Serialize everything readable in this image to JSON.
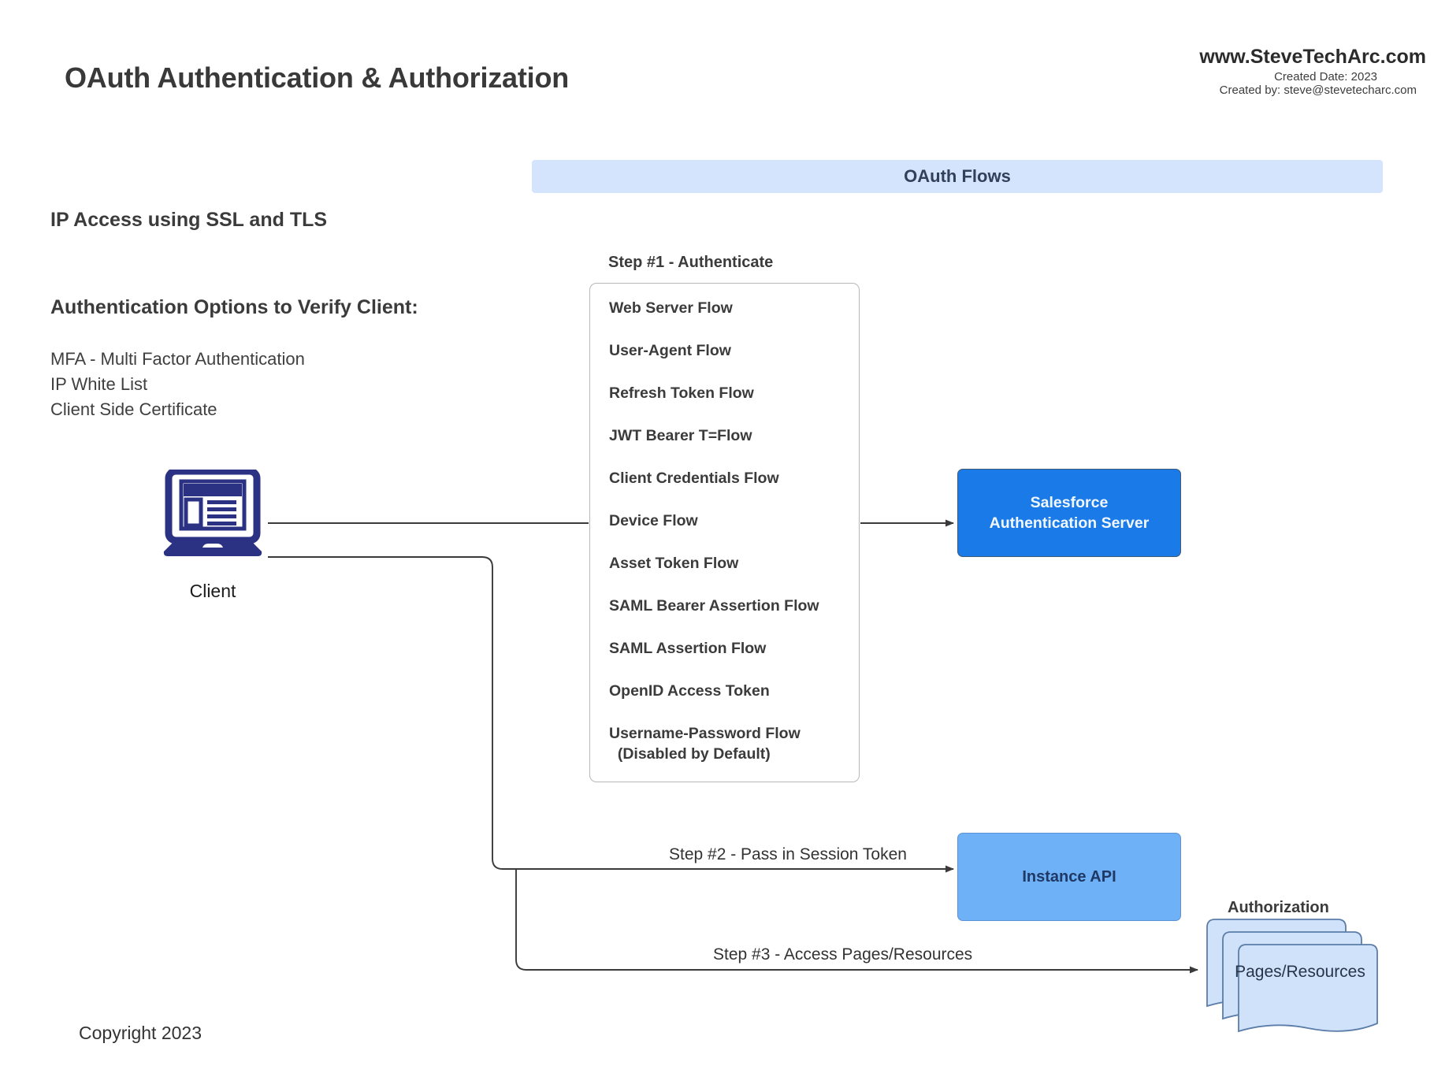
{
  "header": {
    "title": "OAuth Authentication & Authorization",
    "site_url": "www.SteveTechArc.com",
    "created_date": "Created Date: 2023",
    "created_by": "Created by: steve@stevetecharc.com"
  },
  "left_column": {
    "ip_access_heading": "IP Access using SSL and TLS",
    "auth_options_heading": "Authentication Options to Verify Client:",
    "auth_options": [
      "MFA - Multi Factor Authentication",
      "IP White List",
      "Client Side Certificate"
    ]
  },
  "banner": {
    "label": "OAuth Flows",
    "color": "#d4e4fd"
  },
  "step1": {
    "label": "Step #1 - Authenticate",
    "flows": [
      "Web Server Flow",
      "User-Agent Flow",
      "Refresh Token Flow",
      "JWT Bearer T=Flow",
      "Client Credentials Flow",
      "Device Flow",
      "Asset Token Flow",
      "SAML Bearer Assertion Flow",
      "SAML Assertion Flow",
      "OpenID Access Token",
      "Username-Password Flow\n  (Disabled by Default)"
    ]
  },
  "nodes": {
    "client": {
      "label": "Client",
      "icon": "laptop-icon",
      "color": "#2b3183"
    },
    "salesforce_server": {
      "label": "Salesforce\nAuthentication Server",
      "fill": "#1a7ae8",
      "text_color": "#f2f8ff"
    },
    "instance_api": {
      "label": "Instance API",
      "fill": "#6fb1f7",
      "text_color": "#1f3864"
    },
    "pages_resources": {
      "label": "Pages/Resources",
      "group_label": "Authorization",
      "fill": "#cfe2f9",
      "stroke": "#5b7da8"
    }
  },
  "connectors": {
    "step2": "Step #2 - Pass in Session Token",
    "step3": "Step #3 - Access Pages/Resources"
  },
  "footer": {
    "copyright": "Copyright 2023"
  }
}
